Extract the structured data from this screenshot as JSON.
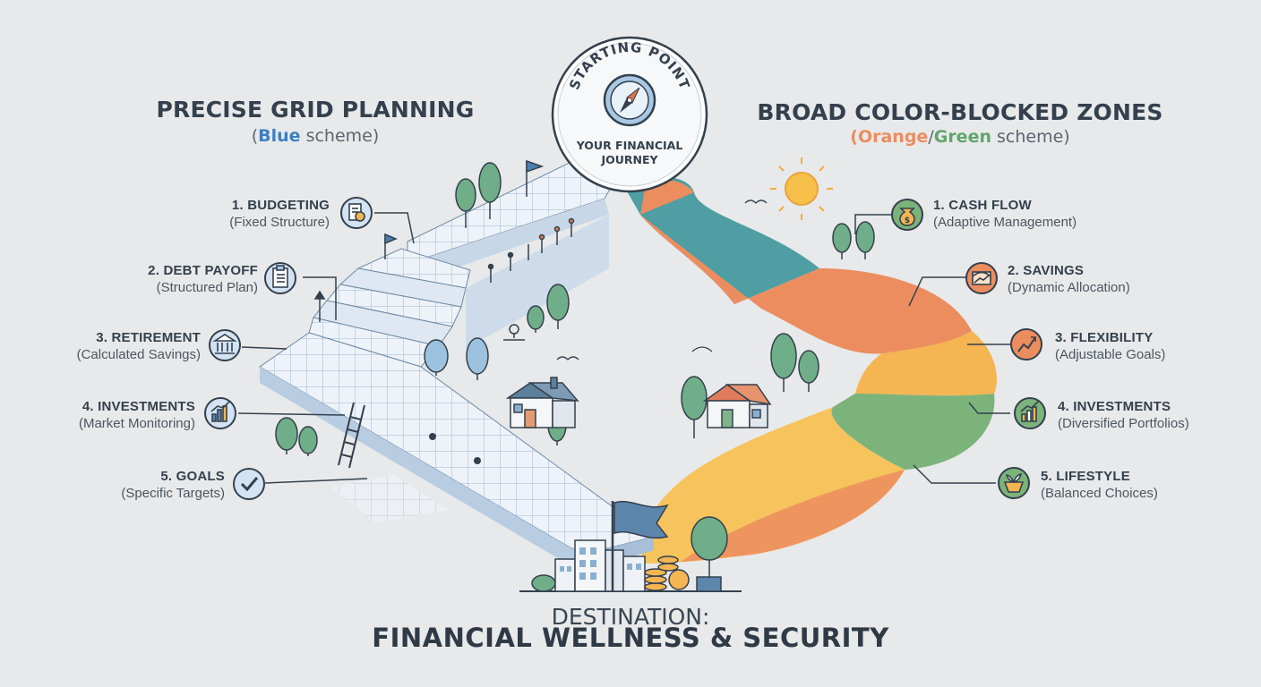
{
  "start": {
    "badge_top": "STARTING POINT",
    "badge_bottom_1": "YOUR FINANCIAL",
    "badge_bottom_2": "JOURNEY"
  },
  "left": {
    "title": "PRECISE GRID PLANNING",
    "subtitle_open": "(",
    "subtitle_accent": "Blue",
    "subtitle_rest": " scheme)",
    "accent_color": "#3c7fc3",
    "items": [
      {
        "title": "1. BUDGETING",
        "desc": "(Fixed Structure)",
        "icon": "budget-document-icon"
      },
      {
        "title": "2. DEBT PAYOFF",
        "desc": "(Structured Plan)",
        "icon": "clipboard-icon"
      },
      {
        "title": "3. RETIREMENT",
        "desc": "(Calculated Savings)",
        "icon": "bank-icon"
      },
      {
        "title": "4. INVESTMENTS",
        "desc": "(Market Monitoring)",
        "icon": "bar-chart-icon"
      },
      {
        "title": "5. GOALS",
        "desc": "(Specific Targets)",
        "icon": "checkmark-icon"
      }
    ]
  },
  "right": {
    "title": "BROAD COLOR-BLOCKED ZONES",
    "subtitle_open": "(",
    "subtitle_orange": "Orange",
    "subtitle_slash": "/",
    "subtitle_green": "Green",
    "subtitle_rest": " scheme)",
    "orange_color": "#ec8d5f",
    "green_color": "#5fa66c",
    "items": [
      {
        "title": "1. CASH FLOW",
        "desc": "(Adaptive Management)",
        "icon": "money-bag-icon"
      },
      {
        "title": "2. SAVINGS",
        "desc": "(Dynamic Allocation)",
        "icon": "savings-box-icon"
      },
      {
        "title": "3. FLEXIBILITY",
        "desc": "(Adjustable Goals)",
        "icon": "trend-chart-icon"
      },
      {
        "title": "4. INVESTMENTS",
        "desc": "(Diversified Portfolios)",
        "icon": "portfolio-chart-icon"
      },
      {
        "title": "5. LIFESTYLE",
        "desc": "(Balanced Choices)",
        "icon": "plant-basket-icon"
      }
    ]
  },
  "destination": {
    "label": "DESTINATION:",
    "title": "FINANCIAL WELLNESS & SECURITY"
  },
  "palette": {
    "background": "#e8e9ea",
    "ink": "#34404d",
    "grid_blue": "#c9dcef",
    "zone_teal": "#4f9ea3",
    "zone_orange": "#ec8d5f",
    "zone_yellow": "#f4b552",
    "zone_green": "#7cb37b",
    "zone_light_yellow": "#f6c35c"
  }
}
